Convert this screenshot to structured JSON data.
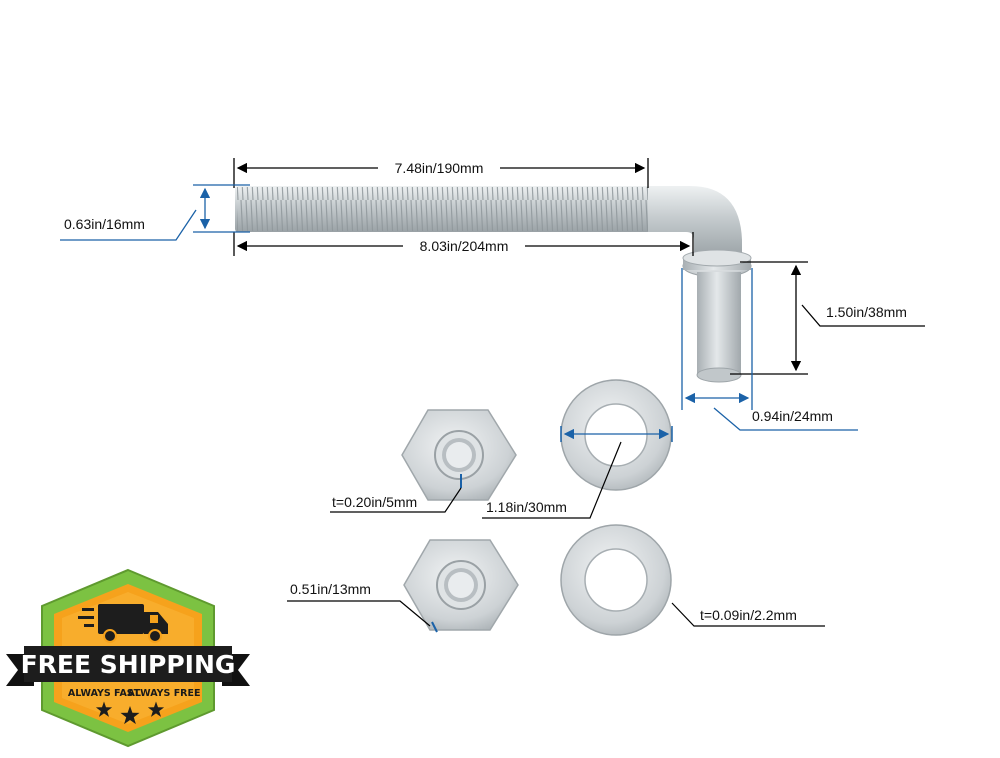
{
  "dimensions": {
    "thread_length": "7.48in/190mm",
    "diameter": "0.63in/16mm",
    "total_length": "8.03in/204mm",
    "pin_height": "1.50in/38mm",
    "pin_diameter": "0.94in/24mm",
    "nut_thickness": "t=0.20in/5mm",
    "washer_outer_diameter": "1.18in/30mm",
    "nut_width": "0.51in/13mm",
    "washer_thickness": "t=0.09in/2.2mm"
  },
  "badge": {
    "title": "FREE SHIPPING",
    "subtitle_left": "ALWAYS FAST",
    "subtitle_right": "ALWAYS FREE",
    "star_count": 3,
    "icon": "delivery-truck-icon"
  },
  "colors": {
    "dimension_line": "#000000",
    "callout_line": "#1b62a8",
    "steel": "#c9ced1",
    "badge_green": "#7cc242",
    "badge_orange": "#f6a21c",
    "ribbon": "#1d1d1d"
  }
}
